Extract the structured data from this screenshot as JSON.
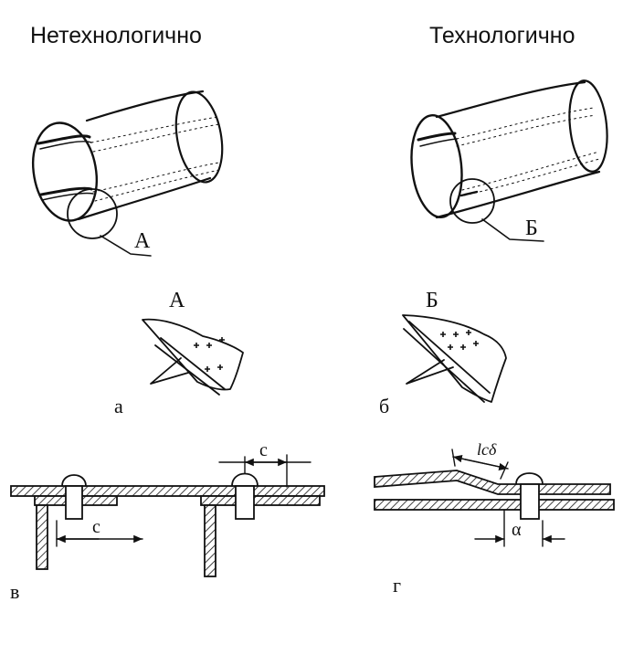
{
  "headings": {
    "left": "Нетехнологично",
    "right": "Технологично"
  },
  "callouts": {
    "left": "А",
    "right": "Б"
  },
  "details": {
    "left_title": "А",
    "right_title": "Б",
    "left_caption": "а",
    "right_caption": "б"
  },
  "sections": {
    "left_caption": "в",
    "right_caption": "г",
    "dim_c_upper": "с",
    "dim_c_lower": "с",
    "dim_lcd": "lcδ",
    "dim_alpha": "α"
  }
}
